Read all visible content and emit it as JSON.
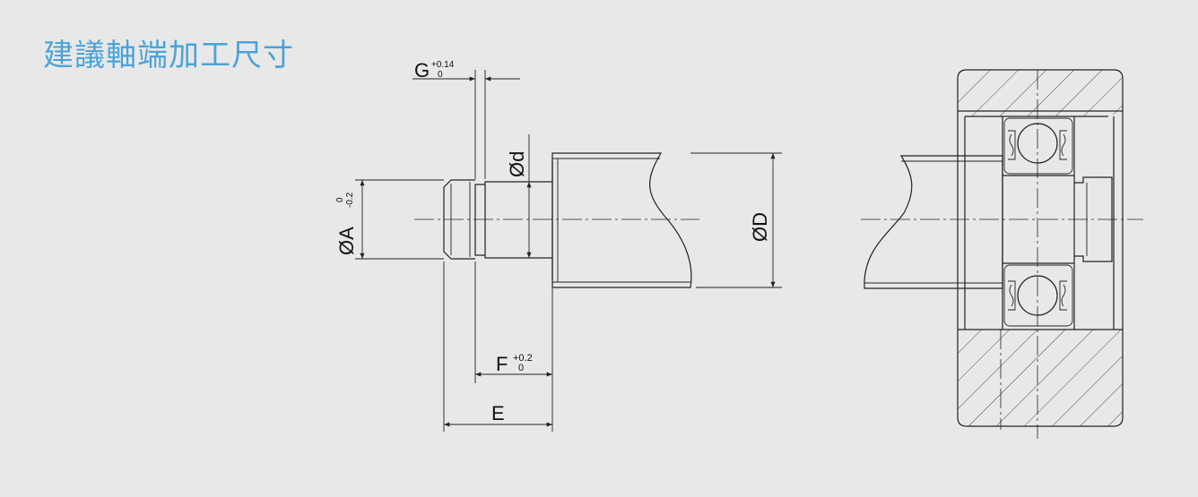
{
  "title": "建議軸端加工尺寸",
  "dimensions": {
    "G": {
      "label": "G",
      "tol_upper": "+0.14",
      "tol_lower": "0"
    },
    "d": {
      "label": "Ød"
    },
    "A": {
      "label": "ØA",
      "tol_upper": "0",
      "tol_lower": "-0.2"
    },
    "D": {
      "label": "ØD"
    },
    "F": {
      "label": "F",
      "tol_upper": "+0.2",
      "tol_lower": "0"
    },
    "E": {
      "label": "E"
    }
  },
  "colors": {
    "title": "#4aa3d8",
    "background": "#e8e8e8",
    "lines": "#222222"
  }
}
